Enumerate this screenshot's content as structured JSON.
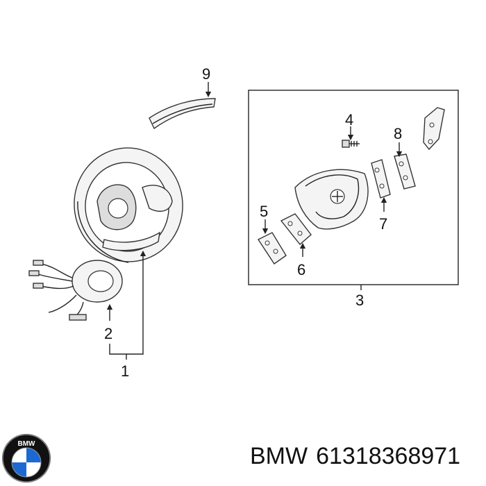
{
  "callouts": {
    "c1": "1",
    "c2": "2",
    "c3": "3",
    "c4": "4",
    "c5": "5",
    "c6": "6",
    "c7": "7",
    "c8": "8",
    "c9": "9"
  },
  "footer": {
    "brand": "BMW",
    "part_number": "61318368971"
  },
  "logo": {
    "text": "BMW"
  }
}
